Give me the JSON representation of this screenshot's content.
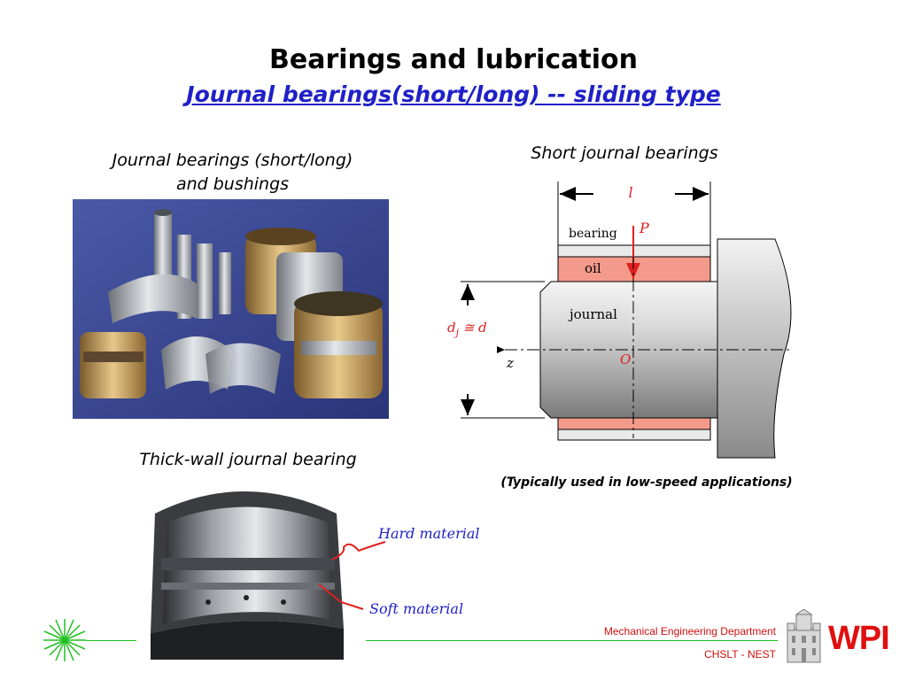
{
  "slide": {
    "title": "Bearings and lubrication",
    "subtitle": "Journal bearings(short/long) -- sliding type"
  },
  "photo_bushings": {
    "caption_line1": "Journal bearings (short/long)",
    "caption_line2": "and bushings"
  },
  "diagram": {
    "caption": "Short journal bearings",
    "labels": {
      "length": "l",
      "bearing": "bearing",
      "load": "P",
      "oil": "oil",
      "journal": "journal",
      "diameter": "d",
      "diameter_sub": "j",
      "diameter_rest": " ≅ d",
      "axis": "z",
      "center": "O"
    },
    "note": "(Typically used in low-speed applications)"
  },
  "thick_wall": {
    "caption": "Thick-wall journal bearing",
    "hard_label": "Hard material",
    "soft_label": "Soft material"
  },
  "footer": {
    "department": "Mechanical Engineering Department",
    "center": "CHSLT - NEST",
    "logo_text": "WPI"
  },
  "colors": {
    "accent_blue": "#2020c8",
    "footer_red": "#d01010",
    "oil_fill": "#f49a8a",
    "footer_line": "#20c020"
  }
}
